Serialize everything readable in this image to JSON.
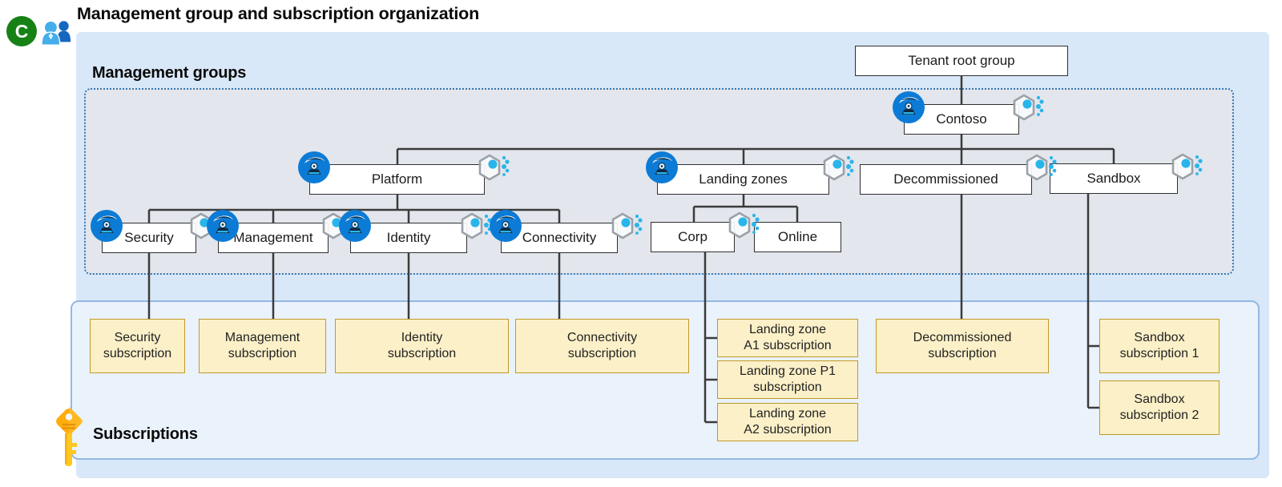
{
  "header": {
    "badge_letter": "C",
    "title": "Management group and subscription organization"
  },
  "sections": {
    "management_groups_label": "Management groups",
    "subscriptions_label": "Subscriptions"
  },
  "colors": {
    "outer_bg": "#D9E8F8",
    "management_container_bg": "#E3E6ED",
    "management_container_border": "#2E75B6",
    "subscriptions_container_bg": "#EAF2FC",
    "subscriptions_container_border": "#92B9E4",
    "group_box_bg": "#FFFFFF",
    "group_box_border": "#2F2F2F",
    "subscription_box_bg": "#FCF0C8",
    "subscription_box_border": "#C09A26",
    "connector": "#3B3B3B",
    "badge_green": "#168216",
    "management_group_icon_blue": "#0C7BD6",
    "policy_dot_cyan": "#29B5EA",
    "key_orange": "#FFAD0D"
  },
  "groups": [
    {
      "id": "tenant-root",
      "label": "Tenant root group",
      "icons": []
    },
    {
      "id": "contoso",
      "label": "Contoso",
      "icons": [
        "management-group-icon",
        "policy-hexagon-icon"
      ]
    },
    {
      "id": "platform",
      "label": "Platform",
      "icons": [
        "management-group-icon",
        "policy-hexagon-icon"
      ]
    },
    {
      "id": "landing-zones",
      "label": "Landing zones",
      "icons": [
        "management-group-icon",
        "policy-hexagon-icon"
      ]
    },
    {
      "id": "decommissioned",
      "label": "Decommissioned",
      "icons": [
        "policy-hexagon-icon"
      ]
    },
    {
      "id": "sandbox",
      "label": "Sandbox",
      "icons": [
        "policy-hexagon-icon"
      ]
    },
    {
      "id": "security",
      "label": "Security",
      "icons": [
        "management-group-icon",
        "policy-hexagon-icon"
      ]
    },
    {
      "id": "management",
      "label": "Management",
      "icons": [
        "management-group-icon",
        "policy-hexagon-icon"
      ]
    },
    {
      "id": "identity",
      "label": "Identity",
      "icons": [
        "management-group-icon",
        "policy-hexagon-icon"
      ]
    },
    {
      "id": "connectivity",
      "label": "Connectivity",
      "icons": [
        "management-group-icon",
        "policy-hexagon-icon"
      ]
    },
    {
      "id": "corp",
      "label": "Corp",
      "icons": [
        "policy-hexagon-icon"
      ]
    },
    {
      "id": "online",
      "label": "Online",
      "icons": []
    }
  ],
  "subscriptions": [
    {
      "id": "security-sub",
      "label": "Security\nsubscription"
    },
    {
      "id": "management-sub",
      "label": "Management\nsubscription"
    },
    {
      "id": "identity-sub",
      "label": "Identity\nsubscription"
    },
    {
      "id": "connectivity-sub",
      "label": "Connectivity\nsubscription"
    },
    {
      "id": "lz-a1-sub",
      "label": "Landing zone\nA1 subscription"
    },
    {
      "id": "lz-p1-sub",
      "label": "Landing zone P1\nsubscription"
    },
    {
      "id": "lz-a2-sub",
      "label": "Landing zone\nA2 subscription"
    },
    {
      "id": "decommissioned-sub",
      "label": "Decommissioned\nsubscription"
    },
    {
      "id": "sandbox-sub-1",
      "label": "Sandbox\nsubscription 1"
    },
    {
      "id": "sandbox-sub-2",
      "label": "Sandbox\nsubscription 2"
    }
  ]
}
